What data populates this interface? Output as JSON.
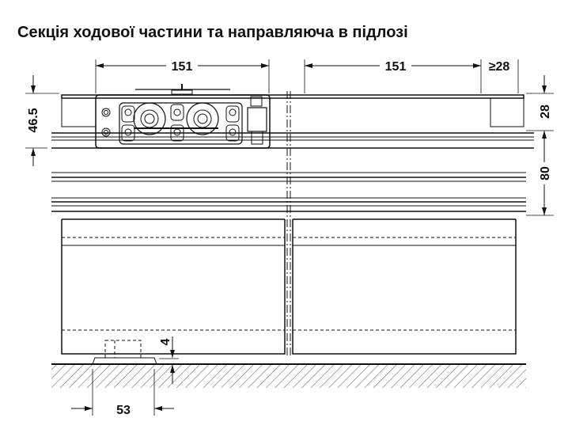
{
  "title": "Секція ходової частини та направляюча в підлозі",
  "dimensions": {
    "left_carriage_width": "151",
    "right_carriage_width": "151",
    "min_gap": "≥28",
    "track_height": "46.5",
    "top_offset": "28",
    "door_offset": "80",
    "floor_gap": "4",
    "floor_guide_width": "53"
  },
  "colors": {
    "line": "#111111",
    "background": "#ffffff"
  }
}
